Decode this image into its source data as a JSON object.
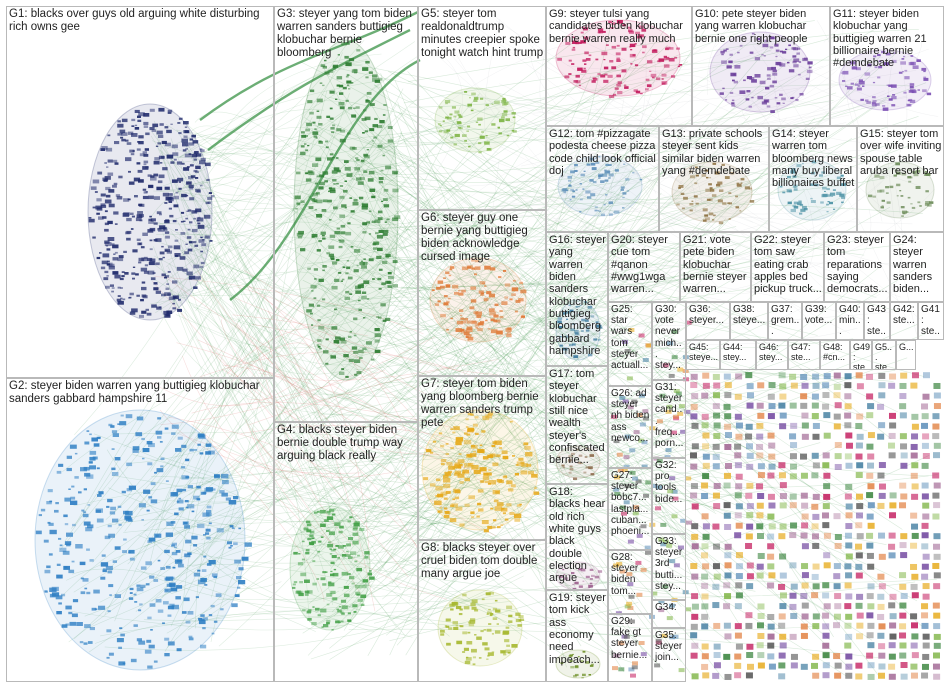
{
  "colors": {
    "edge_green": "#2e8b3a",
    "edge_red": "#d9534f",
    "edge_grey": "#9aa0a6",
    "panel_border": "#b9b9b9"
  },
  "groups": [
    {
      "id": "G1",
      "label": "G1: blacks over guys old arguing white disturbing rich owns gee",
      "color": "#1f2a6b"
    },
    {
      "id": "G2",
      "label": "G2: steyer biden warren yang buttigieg klobuchar sanders gabbard hampshire 11",
      "color": "#2f7fc4"
    },
    {
      "id": "G3",
      "label": "G3: steyer yang tom biden warren sanders buttigieg klobuchar bernie bloomberg",
      "color": "#2e7d32"
    },
    {
      "id": "G4",
      "label": "G4: blacks steyer biden bernie double trump way arguing black really",
      "color": "#43a047"
    },
    {
      "id": "G5",
      "label": "G5: steyer tom realdonaldtrump minutes creepier spoke tonight watch hint trump",
      "color": "#7cb342"
    },
    {
      "id": "G6",
      "label": "G6: steyer guy one bernie yang buttigieg biden acknowledge cursed image",
      "color": "#e07b39"
    },
    {
      "id": "G7",
      "label": "G7: steyer tom biden yang bloomberg bernie warren sanders trump pete",
      "color": "#e6a817"
    },
    {
      "id": "G8",
      "label": "G8: blacks steyer over cruel biden tom double many argue joe",
      "color": "#a6b82f"
    },
    {
      "id": "G9",
      "label": "G9: steyer tulsi yang candidates biden klobuchar bernie warren really much",
      "color": "#c2185b"
    },
    {
      "id": "G10",
      "label": "G10: pete steyer biden yang warren klobuchar bernie one right people",
      "color": "#6a3d9a"
    },
    {
      "id": "G11",
      "label": "G11: steyer biden klobuchar yang buttigieg warren 21 billionaire bernie #demdebate",
      "color": "#7b4fb3"
    },
    {
      "id": "G12",
      "label": "G12: tom #pizzagate podesta cheese pizza code child look official doj",
      "color": "#5b8db8"
    },
    {
      "id": "G13",
      "label": "G13: private schools steyer sent kids similar biden warren yang #demdebate",
      "color": "#8a6d3b"
    },
    {
      "id": "G14",
      "label": "G14: steyer warren tom bloomberg news many buy liberal billionaires buffet",
      "color": "#4a90a4"
    },
    {
      "id": "G15",
      "label": "G15: steyer tom over wife inviting spouse table aruba resort bar",
      "color": "#6d8c5a"
    },
    {
      "id": "G16",
      "label": "G16: steyer yang warren biden sanders klobuchar buttigieg bloomberg gabbard hampshire",
      "color": "#3d7a9e"
    },
    {
      "id": "G17",
      "label": "G17: tom steyer klobuchar still nice wealth steyer's confiscated bernie...",
      "color": "#8e6c4f"
    },
    {
      "id": "G18",
      "label": "G18: blacks hear old rich white guys black double election argue",
      "color": "#9c5f8e"
    },
    {
      "id": "G19",
      "label": "G19: steyer tom kick ass economy need impeach...",
      "color": "#6b8e23"
    },
    {
      "id": "G20",
      "label": "G20: steyer cue tom #qanon #wwg1wga warren...",
      "color": "#b0803a"
    },
    {
      "id": "G21",
      "label": "G21: vote pete biden klobuchar bernie steyer warren...",
      "color": "#5a6fa8"
    },
    {
      "id": "G22",
      "label": "G22: steyer tom saw eating crab apples bed pickup truck...",
      "color": "#a85a5a"
    },
    {
      "id": "G23",
      "label": "G23: steyer tom reparations saying democrats...",
      "color": "#7a5aa8"
    },
    {
      "id": "G24",
      "label": "G24: steyer warren sanders biden...",
      "color": "#5aa88a"
    },
    {
      "id": "G25",
      "label": "G25: star wars tom steyer actuall...",
      "color": "#888888"
    },
    {
      "id": "G26",
      "label": "G26: ad steyer nh biden ass newco...",
      "color": "#888888"
    },
    {
      "id": "G27",
      "label": "G27: steyer bobc7... lastpla... cuban... phoeni...",
      "color": "#888888"
    },
    {
      "id": "G28",
      "label": "G28: steyer biden tom...",
      "color": "#888888"
    },
    {
      "id": "G29",
      "label": "G29: fake gt steyer bernie...",
      "color": "#888888"
    },
    {
      "id": "G30",
      "label": "G30: vote never mich... stey...",
      "color": "#888888"
    },
    {
      "id": "G31",
      "label": "G31: steyer cand... freq... porn...",
      "color": "#888888"
    },
    {
      "id": "G32",
      "label": "G32: pro tools bide...",
      "color": "#888888"
    },
    {
      "id": "G33",
      "label": "G33: steyer 3rd butti... stey...",
      "color": "#888888"
    },
    {
      "id": "G34",
      "label": "G34:",
      "color": "#888888"
    },
    {
      "id": "G35",
      "label": "G35: steyer join...",
      "color": "#888888"
    },
    {
      "id": "G36",
      "label": "G36: steyer...",
      "color": "#888888"
    },
    {
      "id": "G37",
      "label": "G37: grem...",
      "color": "#888888"
    },
    {
      "id": "G38",
      "label": "G38: steye...",
      "color": "#888888"
    },
    {
      "id": "G39",
      "label": "G39: vote...",
      "color": "#888888"
    },
    {
      "id": "G40",
      "label": "G40: min...",
      "color": "#888888"
    },
    {
      "id": "G41",
      "label": "G41: ste...",
      "color": "#888888"
    },
    {
      "id": "G42",
      "label": "G42: ste...",
      "color": "#888888"
    },
    {
      "id": "G43",
      "label": "G43: ste...",
      "color": "#888888"
    },
    {
      "id": "G44",
      "label": "G44: stey...",
      "color": "#888888"
    },
    {
      "id": "G45",
      "label": "G45: steye...",
      "color": "#888888"
    },
    {
      "id": "G46",
      "label": "G46: stey...",
      "color": "#888888"
    },
    {
      "id": "G47",
      "label": "G47: ste...",
      "color": "#888888"
    },
    {
      "id": "G48",
      "label": "G48: #cn...",
      "color": "#888888"
    },
    {
      "id": "G49",
      "label": "G49: ste...",
      "color": "#888888"
    },
    {
      "id": "G50",
      "label": "G5... ste...",
      "color": "#888888"
    },
    {
      "id": "G51",
      "label": "G...",
      "color": "#888888"
    }
  ]
}
